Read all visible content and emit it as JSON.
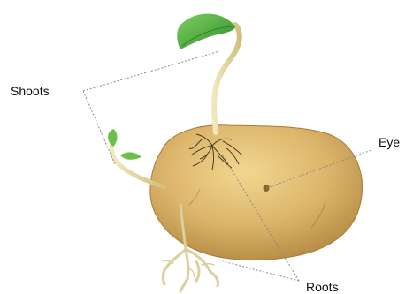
{
  "labels": {
    "shoots": "Shoots",
    "eye": "Eye",
    "roots": "Roots"
  },
  "colors": {
    "potato_skin": "#d9b46a",
    "potato_shadow": "#b88d45",
    "shoot_stem": "#e7dba8",
    "leaf_green": "#4cae3a",
    "root_color": "#d8cfa0",
    "label_text": "#111111",
    "leader_line": "#8a8a8a"
  }
}
